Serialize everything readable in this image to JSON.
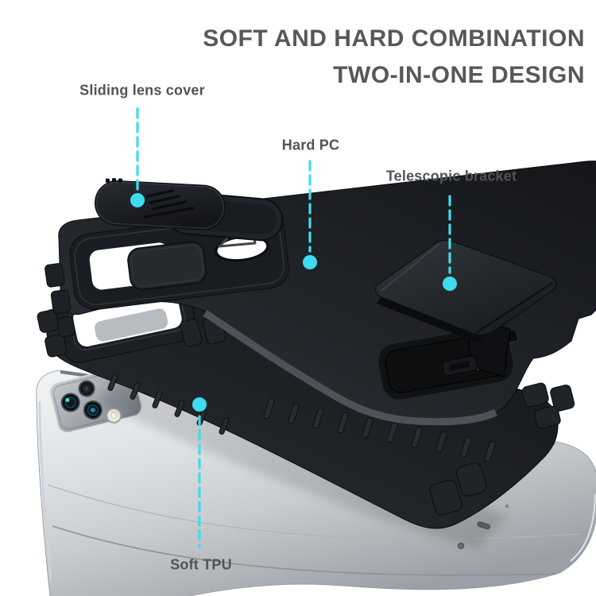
{
  "title": {
    "line1": "SOFT AND HARD COMBINATION",
    "line2": "TWO-IN-ONE DESIGN"
  },
  "callouts": {
    "sliding_lens_cover": {
      "label": "Sliding lens cover"
    },
    "hard_pc": {
      "label": "Hard PC"
    },
    "telescopic_bracket": {
      "label": "Telescopic bracket"
    },
    "soft_tpu": {
      "label": "Soft TPU"
    }
  },
  "colors": {
    "background": "#ffffff",
    "accent": "#3ddcef",
    "title_text": "#57585b",
    "label_text": "#515356",
    "case_black": "#1b1e22",
    "tpu_black": "#17191d",
    "phone_silver": "#c9cdd1",
    "lens_glint": "#35dce9"
  }
}
